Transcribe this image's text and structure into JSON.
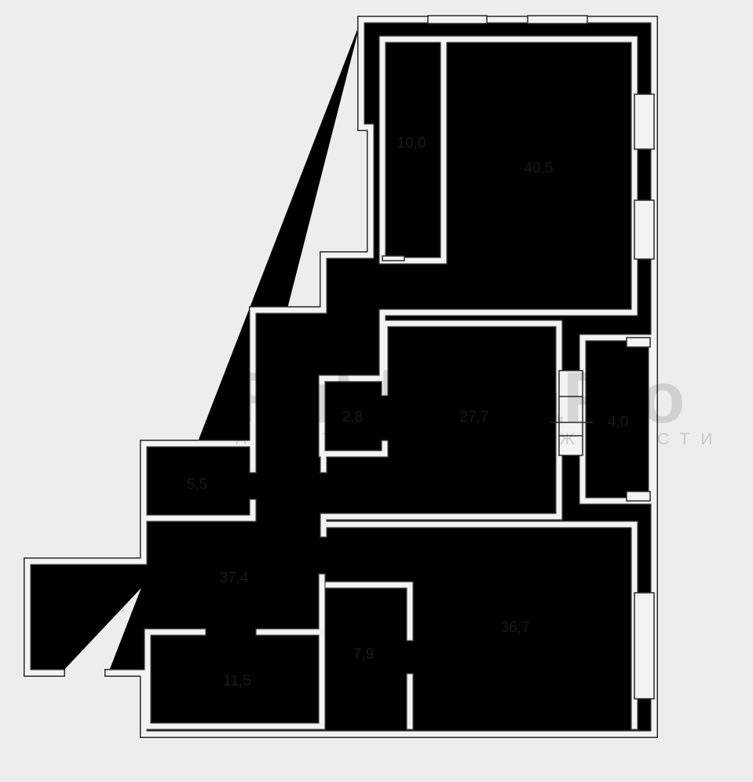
{
  "watermark": {
    "title": "RublevkaPro",
    "subtitle": "АГЕНТСТВО НЕДВИЖИМОСТИ"
  },
  "rooms": [
    {
      "id": "room-a",
      "area": "10,0"
    },
    {
      "id": "room-b",
      "area": "40,5"
    },
    {
      "id": "room-c",
      "area": "2,8"
    },
    {
      "id": "room-d",
      "area": "27,7"
    },
    {
      "id": "room-e",
      "area": "4,0"
    },
    {
      "id": "room-f",
      "area": "5,5"
    },
    {
      "id": "room-g",
      "area": "37,4"
    },
    {
      "id": "room-h",
      "area": "36,7"
    },
    {
      "id": "room-i",
      "area": "7,9"
    },
    {
      "id": "room-j",
      "area": "11,5"
    }
  ]
}
